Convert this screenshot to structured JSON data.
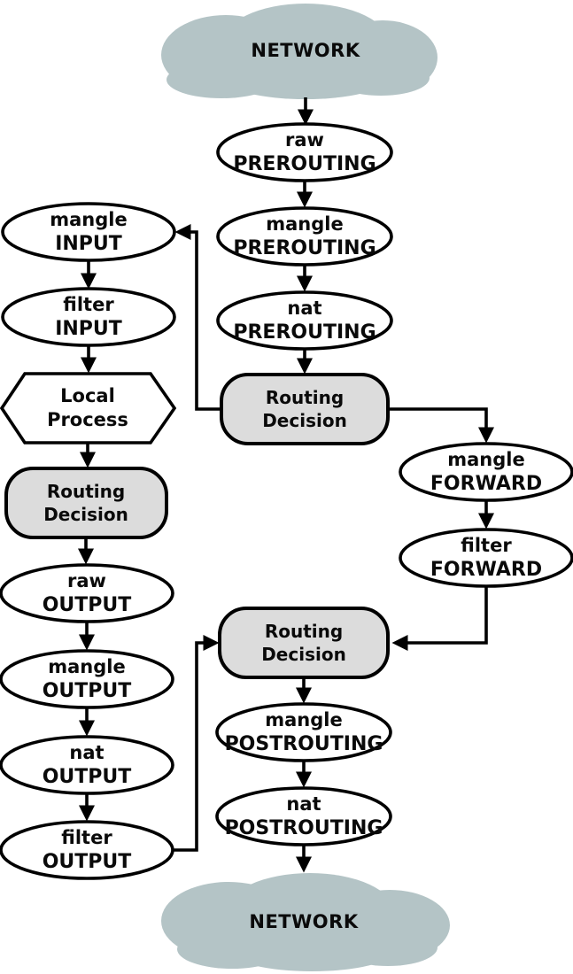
{
  "colors": {
    "background": "#ffffff",
    "cloud_fill": "#b4c4c6",
    "decision_fill": "#dcdcdc",
    "node_fill": "#ffffff",
    "line": "#000000"
  },
  "clouds": {
    "top": {
      "label": "NETWORK"
    },
    "bottom": {
      "label": "NETWORK"
    }
  },
  "nodes": {
    "raw_prerouting": {
      "line1": "raw",
      "line2": "PREROUTING"
    },
    "mangle_prerouting": {
      "line1": "mangle",
      "line2": "PREROUTING"
    },
    "nat_prerouting": {
      "line1": "nat",
      "line2": "PREROUTING"
    },
    "routing_decision_center": {
      "line1": "Routing",
      "line2": "Decision"
    },
    "mangle_input": {
      "line1": "mangle",
      "line2": "INPUT"
    },
    "filter_input": {
      "line1": "filter",
      "line2": "INPUT"
    },
    "local_process": {
      "line1": "Local",
      "line2": "Process"
    },
    "routing_decision_left": {
      "line1": "Routing",
      "line2": "Decision"
    },
    "raw_output": {
      "line1": "raw",
      "line2": "OUTPUT"
    },
    "mangle_output": {
      "line1": "mangle",
      "line2": "OUTPUT"
    },
    "nat_output": {
      "line1": "nat",
      "line2": "OUTPUT"
    },
    "filter_output": {
      "line1": "filter",
      "line2": "OUTPUT"
    },
    "mangle_forward": {
      "line1": "mangle",
      "line2": "FORWARD"
    },
    "filter_forward": {
      "line1": "filter",
      "line2": "FORWARD"
    },
    "routing_decision_bottom": {
      "line1": "Routing",
      "line2": "Decision"
    },
    "mangle_postrouting": {
      "line1": "mangle",
      "line2": "POSTROUTING"
    },
    "nat_postrouting": {
      "line1": "nat",
      "line2": "POSTROUTING"
    }
  }
}
